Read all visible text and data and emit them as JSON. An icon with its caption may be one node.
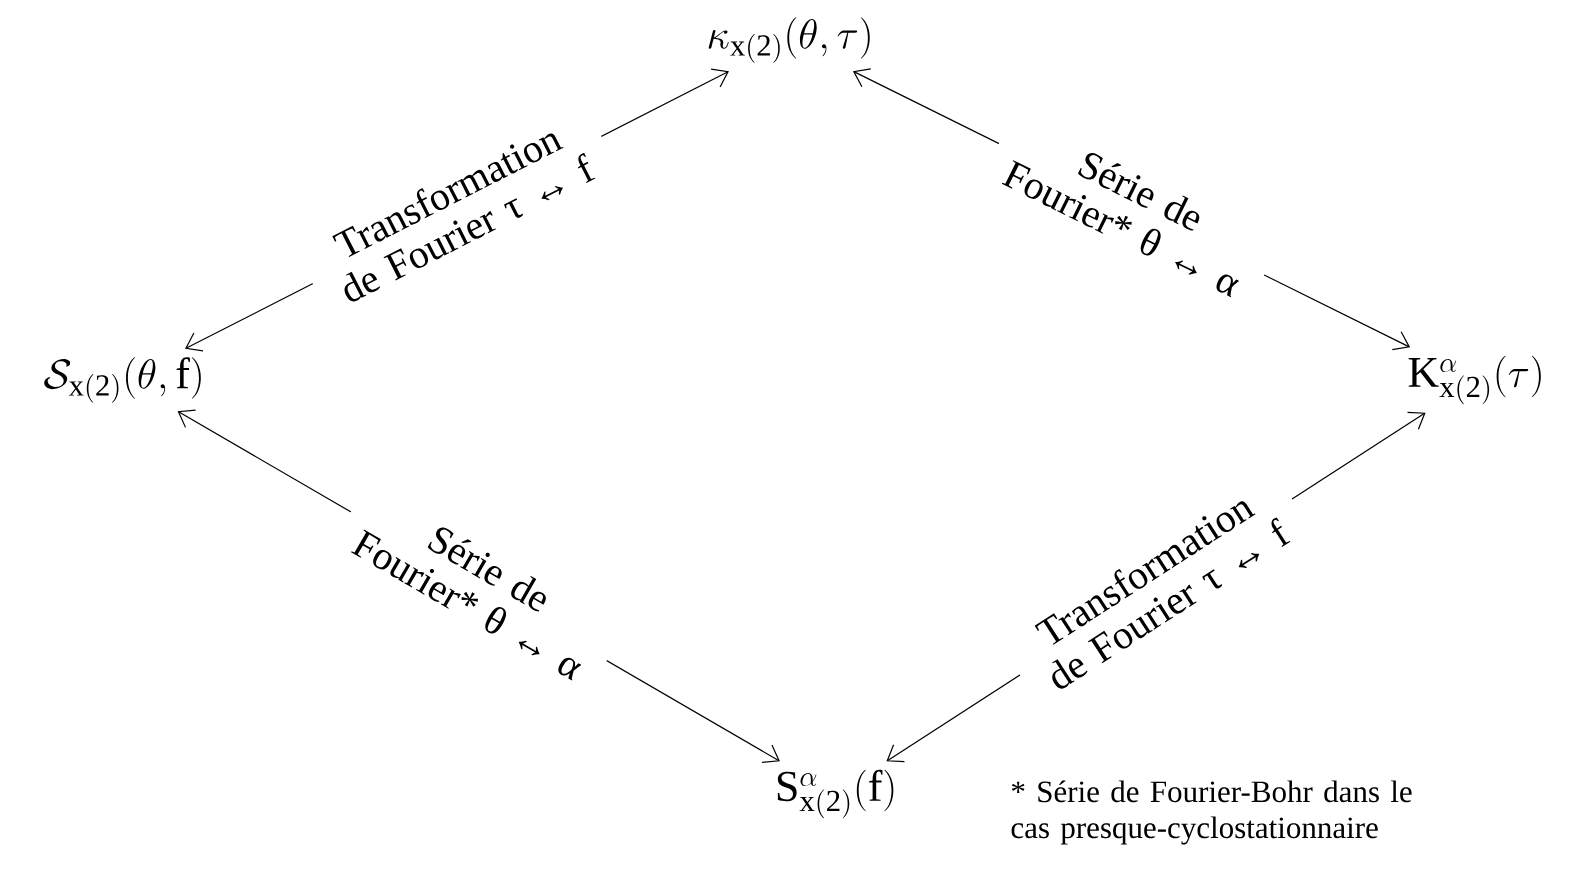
{
  "diagram": {
    "nodes": [
      {
        "text": [
          "\\kappa_{\\mathrm{x(2)}}(\\theta,\\tau)"
        ]
      },
      {
        "text": [
          "\\mathcal{S}_{\\mathrm{x(2)}}(\\theta,\\mathrm{f})"
        ]
      },
      {
        "text": [
          "\\mathrm{K}^{\\alpha}_{\\mathrm{x(2)}}(\\tau)"
        ]
      },
      {
        "text": [
          "\\mathrm{S}^{\\alpha}_{\\mathrm{x(2)}}(\\mathrm{f})"
        ]
      }
    ],
    "edges": [
      {
        "from": 0,
        "to": 1,
        "arrow": "both",
        "label": "Transformation de Fourier τ ↔ f"
      },
      {
        "from": 0,
        "to": 2,
        "arrow": "both",
        "label": "Série de Fourier* θ ↔ α"
      },
      {
        "from": 1,
        "to": 3,
        "arrow": "both",
        "label": "Série de Fourier* θ ↔ α"
      },
      {
        "from": 3,
        "to": 2,
        "arrow": "both",
        "label": "Transformation de Fourier τ ↔ f"
      }
    ],
    "labels": [
      "* Série de Fourier-Bohr dans le cas presque-cyclostationnaire"
    ]
  }
}
